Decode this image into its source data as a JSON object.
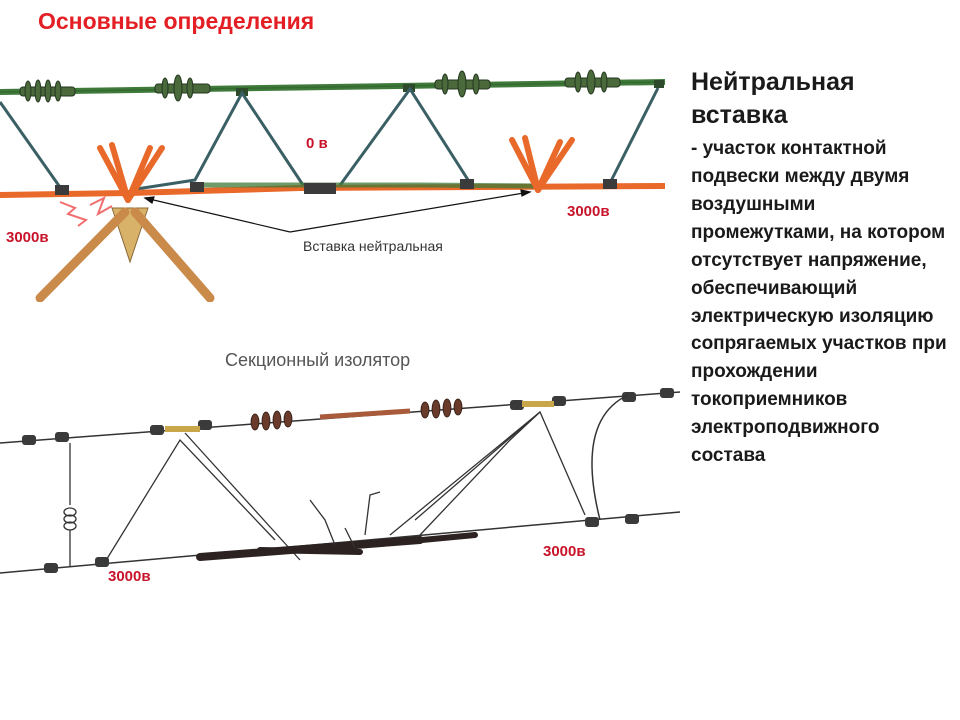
{
  "title": "Основные определения",
  "term": "Нейтральная вставка",
  "definition": "- участок контактной подвески между двумя воздушными промежутками, на котором отсутствует напряжение, обеспечивающий электрическую изоляцию сопрягаемых участков при прохождении токоприемников электроподвижного состава",
  "top_figure": {
    "label_zero": "0 в",
    "label_left": "3000в",
    "label_right": "3000в",
    "caption": "Вставка нейтральная"
  },
  "bottom_figure": {
    "caption": "Секционный изолятор",
    "label_left": "3000в",
    "label_right": "3000в"
  },
  "colors": {
    "title": "#e31e24",
    "voltage_label": "#c8142a",
    "messenger_wire": "#3f7a3a",
    "contact_wire": "#e8692a",
    "pantograph": "#c98a4a"
  }
}
